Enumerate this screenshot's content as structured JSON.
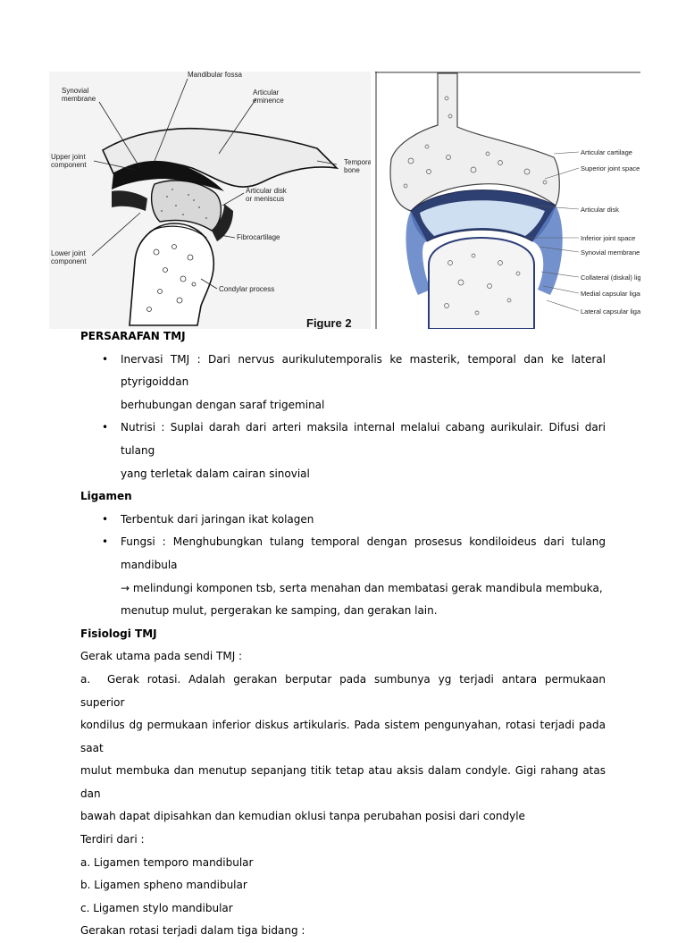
{
  "figure1": {
    "labels": {
      "mandibular_fossa": "Mandibular fossa",
      "synovial": "Synovial",
      "membrane": "membrane",
      "articular": "Articular",
      "eminence": "eminence",
      "upper_joint": "Upper joint",
      "upper_component": "component",
      "temporal": "Temporal",
      "bone": "bone",
      "articular_disk": "Articular disk",
      "or_meniscus": "or meniscus",
      "fibrocartilage": "Fibrocartilage",
      "lower_joint": "Lower joint",
      "lower_component": "component",
      "condylar_process": "Condylar process"
    },
    "caption": "Figure 2"
  },
  "figure2": {
    "labels": [
      "Articular cartilage",
      "Superior joint space",
      "Articular disk",
      "Inferior joint space",
      "Synovial membrane",
      "Collateral (diskal) ligament",
      "Medial capsular ligament",
      "Lateral capsular ligament"
    ]
  },
  "doc": {
    "h_persarafan": "PERSARAFAN TMJ",
    "b1_line1": "Inervasi TMJ : Dari nervus aurikulutemporalis ke masterik, temporal dan ke lateral ptyrigoiddan",
    "b1_line2": "berhubungan dengan saraf trigeminal",
    "b2_line1": "Nutrisi : Suplai darah dari arteri maksila internal melalui cabang aurikulair. Difusi dari tulang",
    "b2_line2": "yang terletak dalam cairan sinovial",
    "h_ligamen": "Ligamen",
    "b3": "Terbentuk dari jaringan ikat kolagen",
    "b4_line1": "Fungsi : Menghubungkan tulang temporal dengan prosesus kondiloideus dari tulang mandibula",
    "b4_line2": "→ melindungi komponen tsb, serta menahan dan membatasi gerak mandibula membuka,",
    "b4_line3": "menutup mulut, pergerakan ke samping, dan gerakan lain.",
    "h_fisiologi": "Fisiologi TMJ",
    "gerak_utama": "Gerak utama pada sendi TMJ :",
    "a_marker": "a.",
    "a_line1": "Gerak rotasi. Adalah gerakan berputar pada sumbunya yg terjadi antara permukaan superior",
    "a_line2": "kondilus dg permukaan inferior diskus artikularis. Pada sistem pengunyahan, rotasi terjadi pada saat",
    "a_line3": "mulut membuka dan menutup sepanjang titik tetap atau aksis dalam condyle. Gigi rahang atas dan",
    "a_line4": "bawah dapat dipisahkan dan kemudian oklusi tanpa perubahan posisi dari condyle",
    "terdiri": "Terdiri dari :",
    "lig_a": "a. Ligamen temporo mandibular",
    "lig_b": "b. Ligamen spheno mandibular",
    "lig_c": "c. Ligamen stylo mandibular",
    "gerakan_rotasi": "Gerakan rotasi terjadi dalam tiga bidang :",
    "bullet_symbol": "•"
  }
}
